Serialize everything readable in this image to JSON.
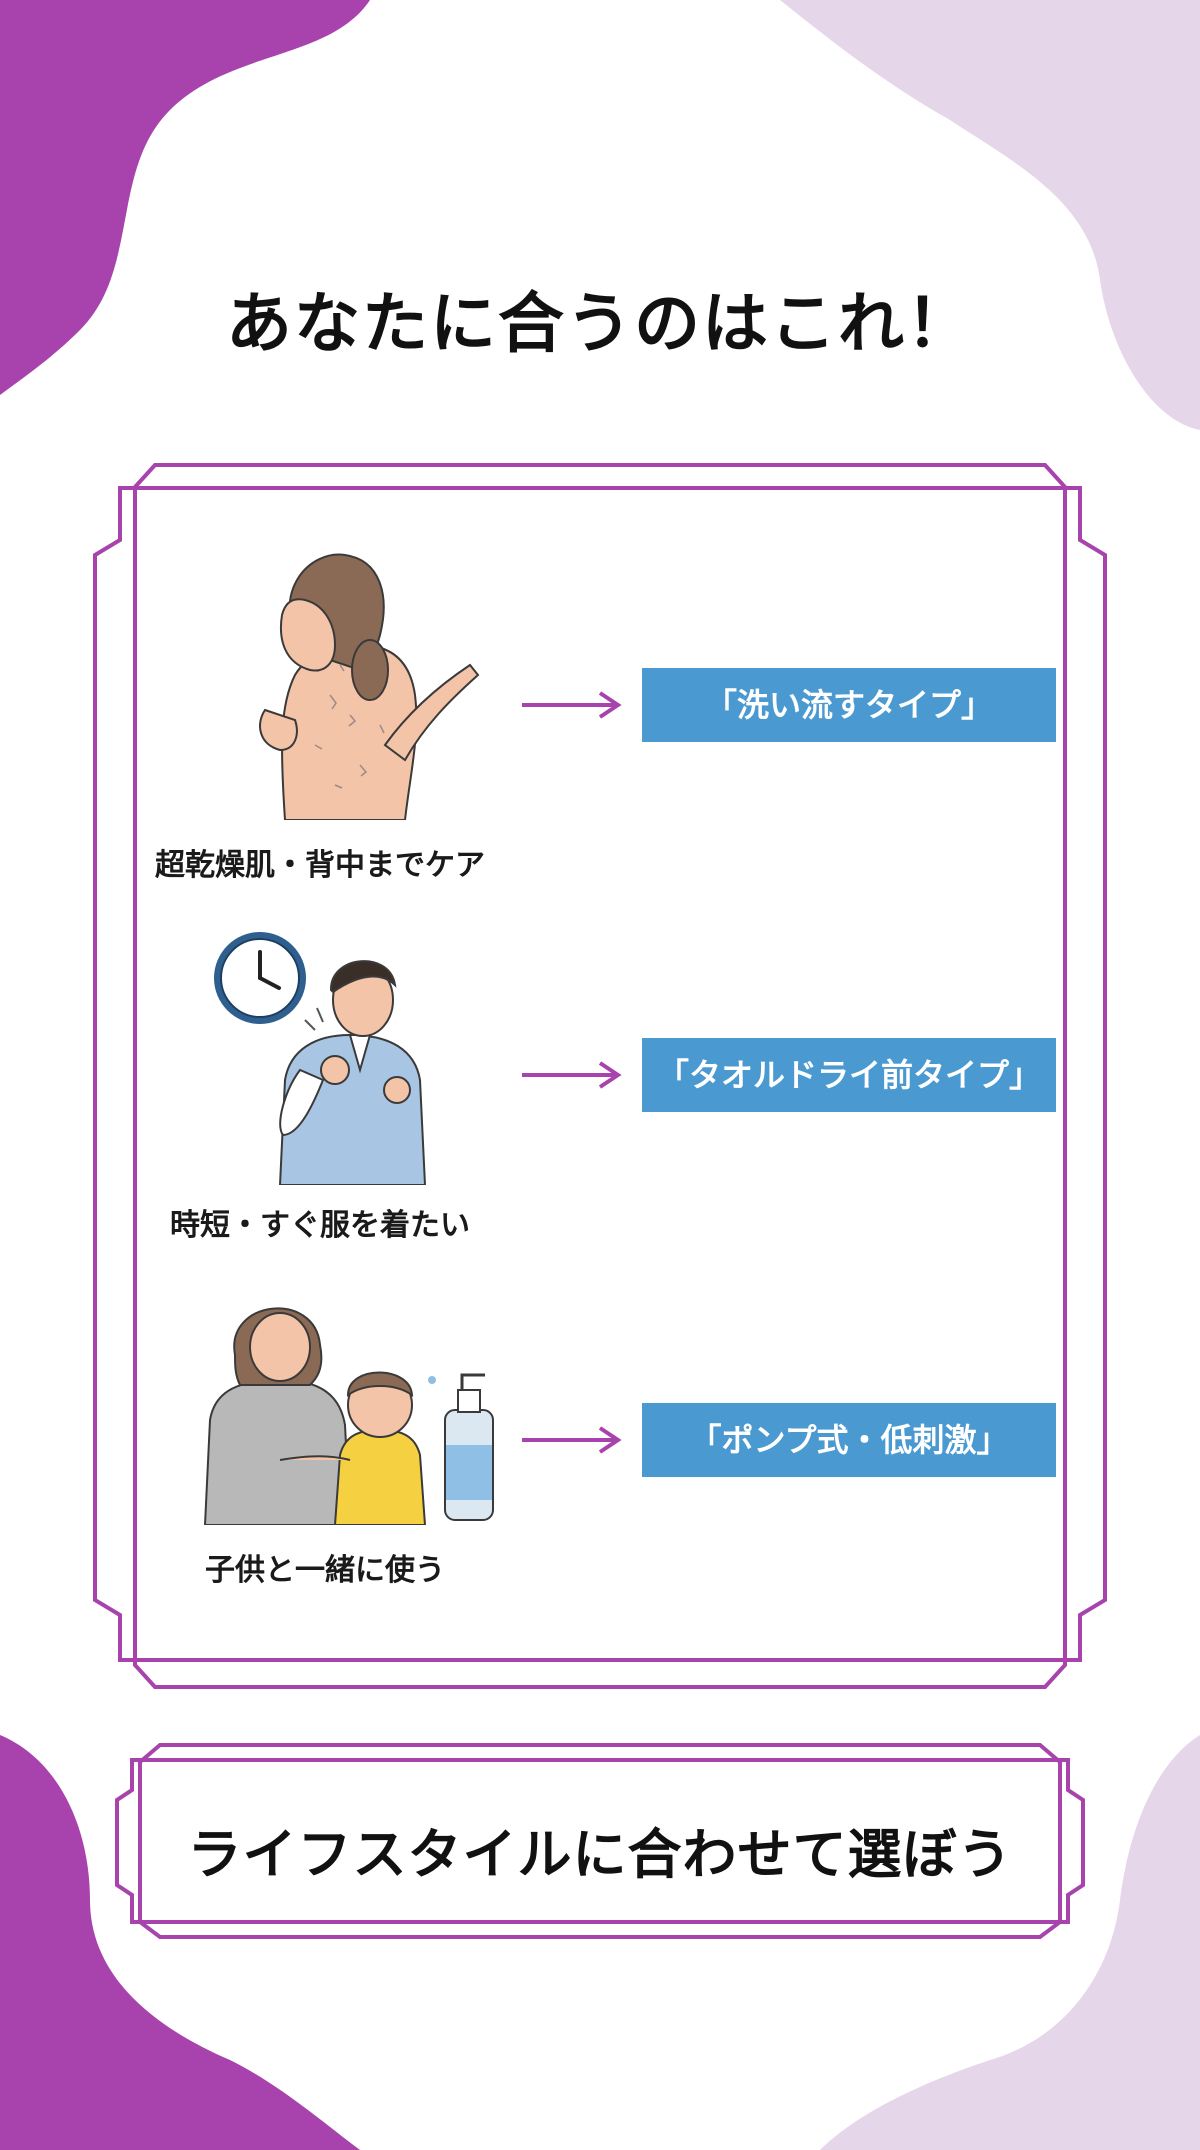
{
  "title": "あなたに合うのはこれ！",
  "rows": [
    {
      "label": "超乾燥肌・背中までケア",
      "type": "「洗い流すタイプ」"
    },
    {
      "label": "時短・すぐ服を着たい",
      "type": "「タオルドライ前タイプ」"
    },
    {
      "label": "子供と一緒に使う",
      "type": "「ポンプ式・低刺激」"
    }
  ],
  "footer": "ライフスタイルに合わせて選ぼう",
  "colors": {
    "accent_purple": "#a843ad",
    "light_purple": "#e6d6ea",
    "badge_blue": "#4a9ad1"
  },
  "icons": [
    "woman-dry-back-illustration",
    "clock-icon",
    "man-towel-illustration",
    "mother-child-illustration",
    "pump-bottle-icon",
    "arrow-right-icon"
  ]
}
